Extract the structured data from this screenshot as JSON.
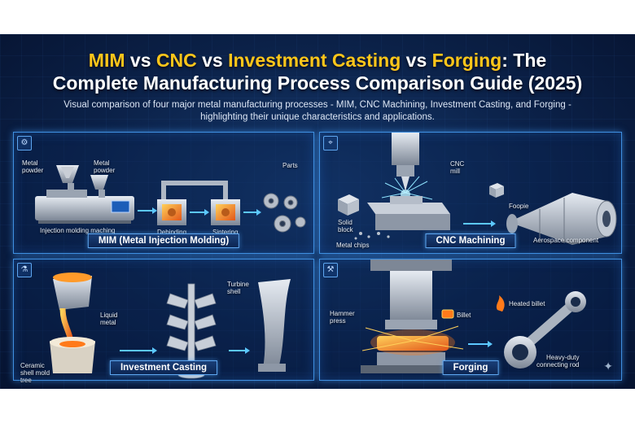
{
  "title": {
    "part1": "MIM",
    "vs1": " vs ",
    "part2": "CNC",
    "vs2": " vs ",
    "part3": "Investment Casting",
    "vs3": " vs ",
    "part4": "Forging",
    "tail": ": The",
    "line2": "Complete Manufacturing Process Comparison Guide (2025)"
  },
  "subtitle": "Visual comparison of four major metal manufacturing processes - MIM, CNC Machining, Investment Casting, and Forging - highlighting their unique characteristics and applications.",
  "panels": {
    "mim": {
      "banner": "MIM (Metal Injection Molding)",
      "labels": {
        "metal_powder_1": "Metal\npowder",
        "metal_powder_2": "Metal\npowder",
        "machine": "Injection molding maching",
        "debinding": "Debinding",
        "sintering": "Sintering",
        "parts": "Parts"
      },
      "icon": "gear-icon"
    },
    "cnc": {
      "banner": "CNC Machining",
      "labels": {
        "cnc_mill": "CNC\nmill",
        "solid_block": "Solid\nblock",
        "metal_chips": "Metal chips",
        "foopie": "Foopie",
        "aerospace": "Aerospace component"
      },
      "icon": "cnc-mill-icon"
    },
    "investment": {
      "banner": "Investment Casting",
      "labels": {
        "liquid_metal": "Liquid\nmetal",
        "turbine_shell": "Turbine\nshell",
        "ceramic": "Ceramic\nshell mold\ntree"
      },
      "icon": "ladle-icon"
    },
    "forging": {
      "banner": "Forging",
      "labels": {
        "hammer_press": "Hammer\npress",
        "billet": "Billet",
        "heated_billet": "Heated billet",
        "connecting_rod": "Heavy-duty\nconnecting rod"
      },
      "icon": "press-icon"
    }
  },
  "colors": {
    "accent_yellow": "#ffc61a",
    "panel_border": "#3f8fe0",
    "background": "#0b2148",
    "hot_metal": "#ff7a1a"
  }
}
